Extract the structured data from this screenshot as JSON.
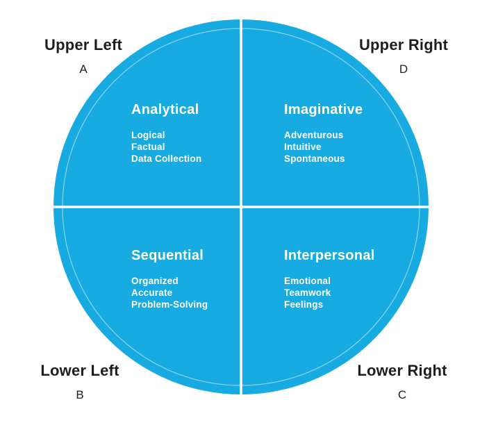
{
  "diagram": {
    "type": "four-quadrant circle diagram",
    "colors": {
      "circle_fill": "#18ABE1",
      "inner_ring_stroke": "rgba(255,255,255,0.5)",
      "divider_stroke": "#ffffff",
      "corner_text": "#1e1e1e",
      "quadrant_text": "#ffffff",
      "background": "#ffffff"
    }
  },
  "corners": [
    {
      "position": "upper-left",
      "label": "Upper Left",
      "letter": "A"
    },
    {
      "position": "upper-right",
      "label": "Upper Right",
      "letter": "D"
    },
    {
      "position": "lower-left",
      "label": "Lower Left",
      "letter": "B"
    },
    {
      "position": "lower-right",
      "label": "Lower Right",
      "letter": "C"
    }
  ],
  "quadrants": [
    {
      "position": "upper-left",
      "title": "Analytical",
      "traits": [
        "Logical",
        "Factual",
        "Data Collection"
      ]
    },
    {
      "position": "upper-right",
      "title": "Imaginative",
      "traits": [
        "Adventurous",
        "Intuitive",
        "Spontaneous"
      ]
    },
    {
      "position": "lower-left",
      "title": "Sequential",
      "traits": [
        "Organized",
        "Accurate",
        "Problem-Solving"
      ]
    },
    {
      "position": "lower-right",
      "title": "Interpersonal",
      "traits": [
        "Emotional",
        "Teamwork",
        "Feelings"
      ]
    }
  ]
}
